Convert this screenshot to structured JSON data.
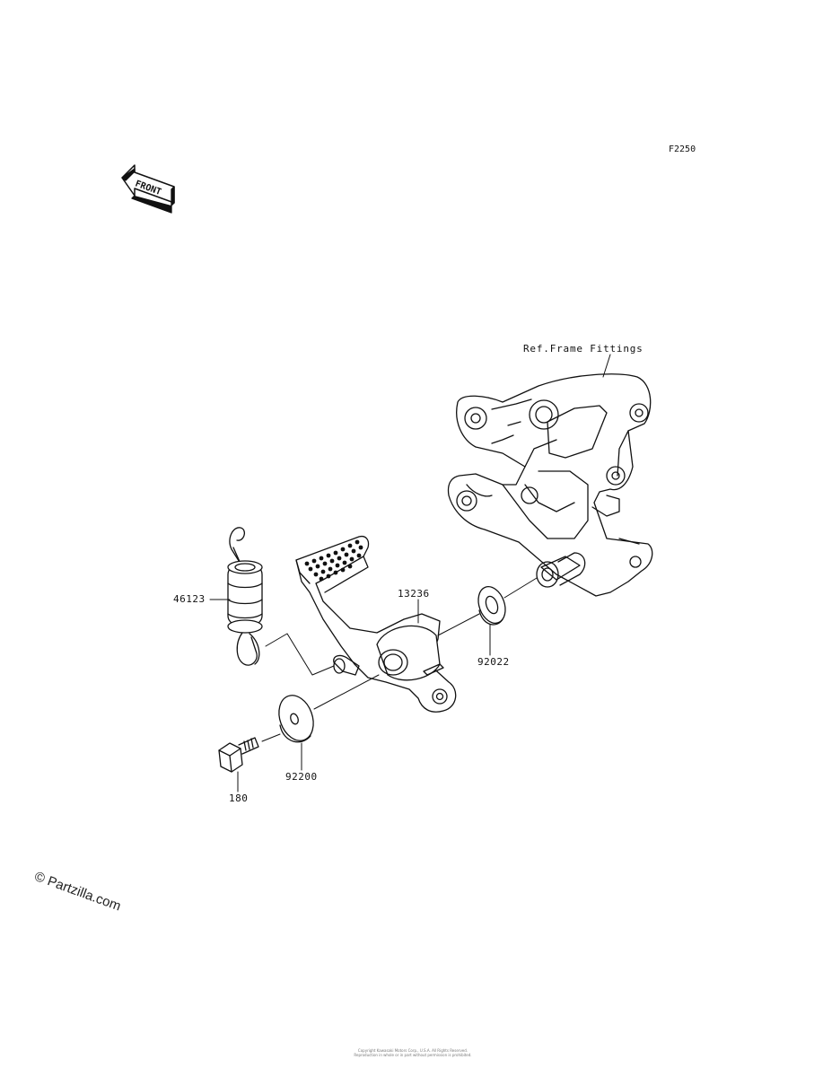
{
  "diagram": {
    "code": "F2250",
    "front_label": "FRONT",
    "reference_note": "Ref.Frame Fittings",
    "parts": [
      {
        "number": "46123",
        "name": "spring"
      },
      {
        "number": "13236",
        "name": "brake-pedal"
      },
      {
        "number": "92022",
        "name": "washer"
      },
      {
        "number": "92200",
        "name": "washer"
      },
      {
        "number": "180",
        "name": "bolt"
      }
    ]
  },
  "watermark": "© Partzilla.com",
  "footer": {
    "line1": "Copyright Kawasaki Motors Corp., U.S.A. All Rights Reserved.",
    "line2": "Reproduction in whole or in part without permission is prohibited."
  }
}
